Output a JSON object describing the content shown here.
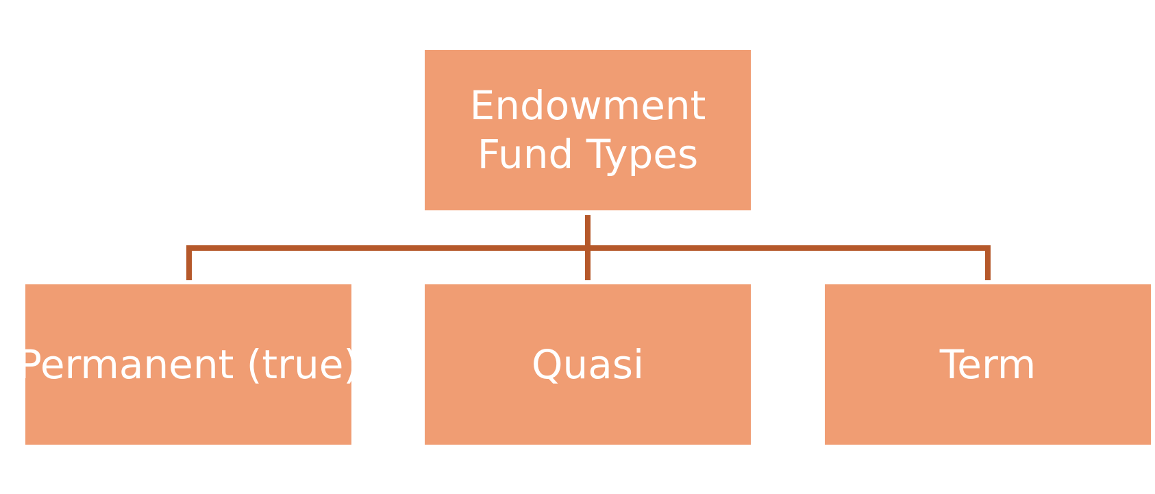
{
  "diagram": {
    "root": {
      "label": "Endowment\nFund Types"
    },
    "children": [
      {
        "label": "Permanent (true)"
      },
      {
        "label": "Quasi"
      },
      {
        "label": "Term"
      }
    ]
  },
  "colors": {
    "node_fill": "#F09D73",
    "node_text": "#FFFFFF",
    "connector": "#B5582A",
    "background": "#FFFFFF"
  }
}
